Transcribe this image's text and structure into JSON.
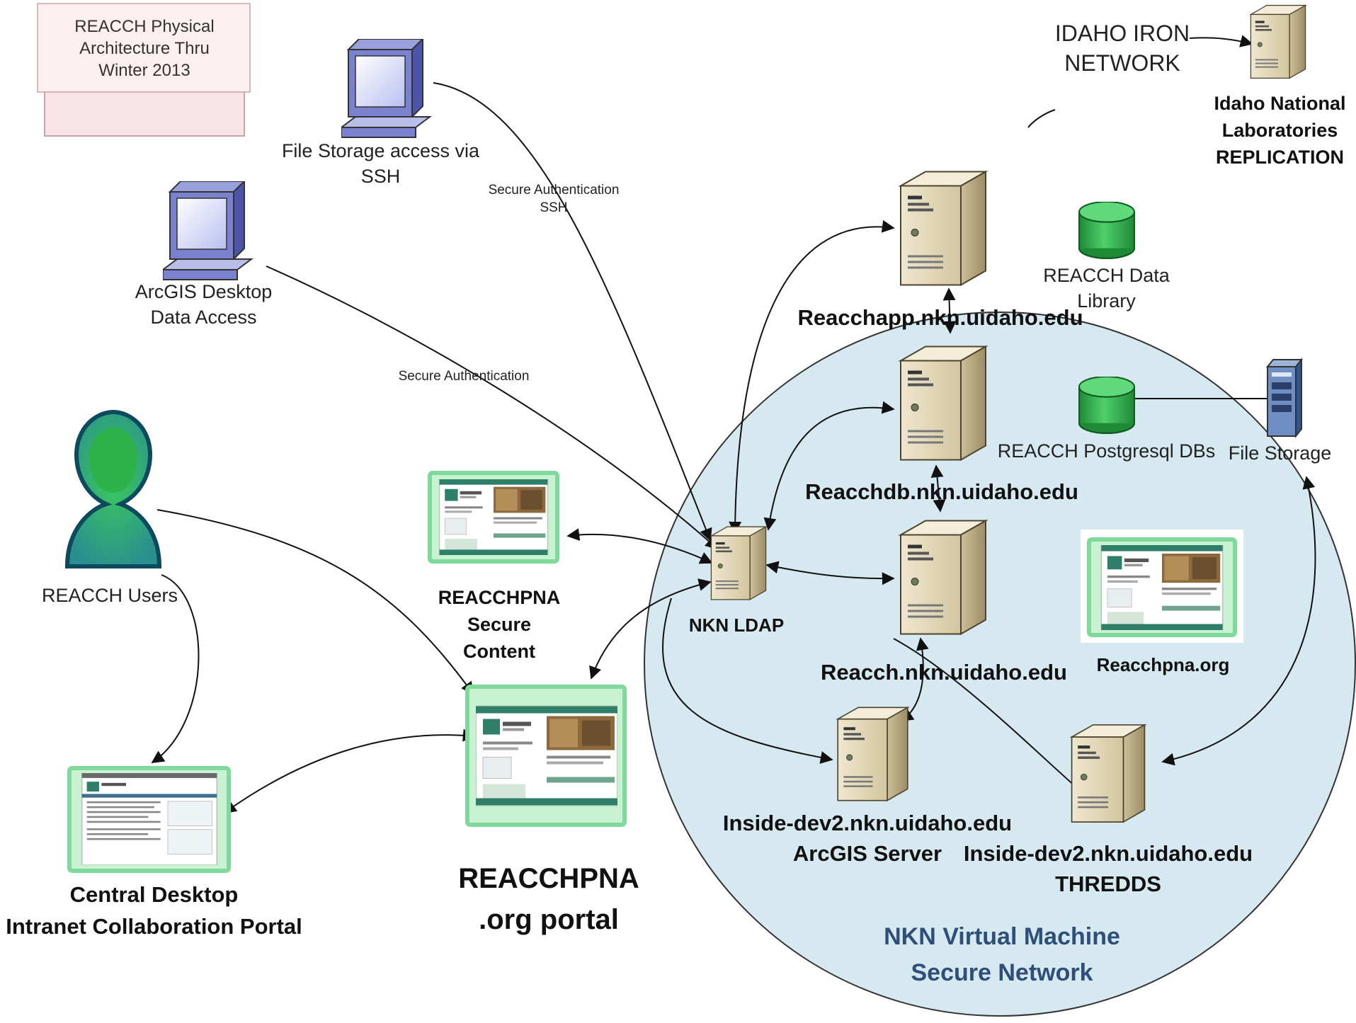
{
  "title_note": {
    "lines": [
      "REACCH Physical",
      "Architecture Thru",
      "Winter 2013"
    ]
  },
  "clients": {
    "ssh": {
      "lines": [
        "File Storage access via",
        "SSH"
      ],
      "icon": "desktop-computer-icon"
    },
    "arcgis_desktop": {
      "lines": [
        "ArcGIS Desktop",
        "Data Access"
      ],
      "icon": "desktop-computer-icon"
    },
    "users": {
      "label": "REACCH Users",
      "icon": "user-silhouette-icon"
    }
  },
  "edge_labels": {
    "secure_auth_ssh": [
      "Secure Authentication",
      "SSH"
    ],
    "secure_auth": "Secure Authentication"
  },
  "external": {
    "iron_network": [
      "IDAHO IRON",
      "NETWORK"
    ],
    "inl": [
      "Idaho National",
      "Laboratories",
      "REPLICATION"
    ]
  },
  "network": {
    "label": [
      "NKN Virtual Machine",
      "Secure Network"
    ],
    "fill": "#d7e9f0",
    "stroke": "#333333"
  },
  "servers": {
    "reacchapp": "Reacchapp.nkn.uidaho.edu",
    "reacchdb": "Reacchdb.nkn.uidaho.edu",
    "reacch": "Reacch.nkn.uidaho.edu",
    "ldap": "NKN LDAP",
    "arcgis_server": [
      "Inside-dev2.nkn.uidaho.edu",
      "ArcGIS Server"
    ],
    "thredds": [
      "Inside-dev2.nkn.uidaho.edu",
      "THREDDS"
    ]
  },
  "storage": {
    "data_library": [
      "REACCH Data",
      "Library"
    ],
    "postgres": "REACCH Postgresql DBs",
    "file_storage": "File Storage"
  },
  "sites": {
    "secure_content": [
      "REACCHPNA",
      "Secure",
      "Content"
    ],
    "reacchpna_org": "Reacchpna.org",
    "portal": [
      "REACCHPNA",
      ".org portal"
    ],
    "central_desktop": [
      "Central Desktop",
      "Intranet Collaboration Portal"
    ]
  },
  "colors": {
    "server_body": "#ddd3b6",
    "server_side": "#b8aa83",
    "db_green": "#2fa84a",
    "glow": "#9fe3b0",
    "monitor_blue": "#6f78c9",
    "user_teal": "#2f7f9c",
    "user_green": "#2db34a"
  }
}
